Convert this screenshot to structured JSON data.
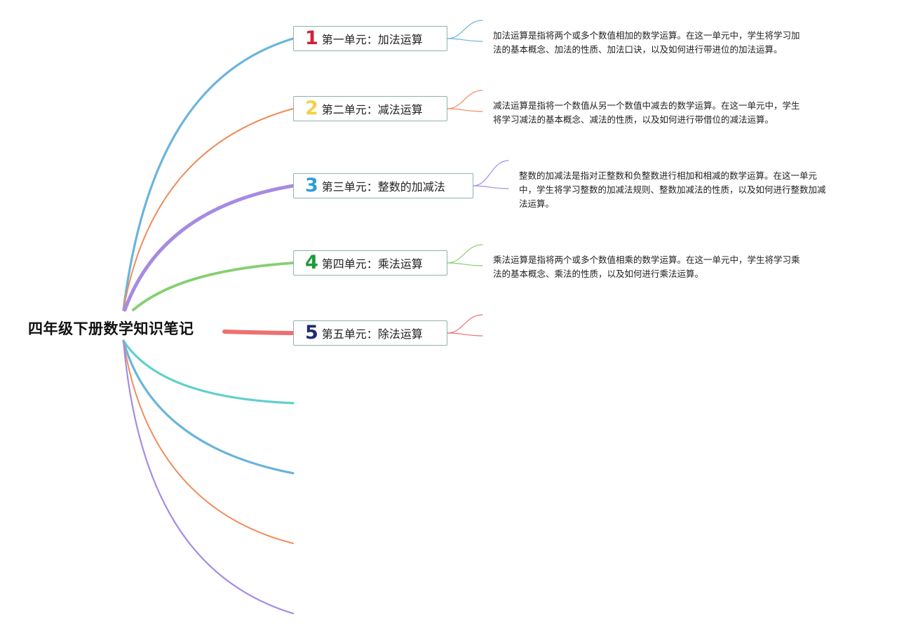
{
  "root": {
    "title": "四年级下册数学知识笔记"
  },
  "topics": [
    {
      "number": "1",
      "number_color": "#d0213a",
      "branch_color": "#6ab4dd",
      "label": "第一单元：加法运算",
      "description": "加法运算是指将两个或多个数值相加的数学运算。在这一单元中，学生将学习加\n法的基本概念、加法的性质、加法口诀，以及如何进行带进位的加法运算。"
    },
    {
      "number": "2",
      "number_color": "#f0d24a",
      "branch_color": "#f08c5a",
      "label": "第二单元：减法运算",
      "description": "减法运算是指将一个数值从另一个数值中减去的数学运算。在这一单元中，学生\n将学习减法的基本概念、减法的性质，以及如何进行带借位的减法运算。"
    },
    {
      "number": "3",
      "number_color": "#2d9ed8",
      "branch_color": "#a58be3",
      "label": "第三单元：整数的加减法",
      "description": "整数的加减法是指对正整数和负整数进行相加和相减的数学运算。在这一单元\n中，学生将学习整数的加减法规则、整数加减法的性质，以及如何进行整数加减\n法运算。"
    },
    {
      "number": "4",
      "number_color": "#1f9a3a",
      "branch_color": "#86cf70",
      "label": "第四单元：乘法运算",
      "description": "乘法运算是指将两个或多个数值相乘的数学运算。在这一单元中，学生将学习乘\n法的基本概念、乘法的性质，以及如何进行乘法运算。"
    },
    {
      "number": "5",
      "number_color": "#1e2a78",
      "branch_color": "#ee7070",
      "label": "第五单元：除法运算",
      "description": ""
    }
  ],
  "empty_branch_colors": [
    "#5fd0cc",
    "#6ab4dd",
    "#f08c5a",
    "#a58be3"
  ]
}
